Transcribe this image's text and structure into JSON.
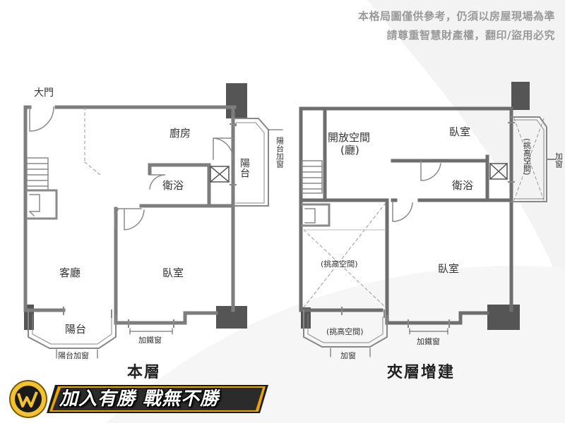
{
  "notices": {
    "line1": "本格局圖僅供參考，仍須以房屋現場為準",
    "line2": "請尊重智慧財產權，翻印/盜用必究"
  },
  "main_floor": {
    "title": "本層",
    "labels": {
      "entrance": "大門",
      "kitchen": "廚房",
      "balcony_side": "陽台",
      "balcony_side_addition": "陽台加窗",
      "bathroom": "衛浴",
      "living_room": "客廳",
      "bedroom": "臥室",
      "balcony_front": "陽台",
      "balcony_front_addition": "陽台加窗",
      "iron_window": "加鐵窗"
    }
  },
  "mezzanine": {
    "title": "夾層增建",
    "labels": {
      "open_space": "開放空間",
      "open_space_sub": "(廳)",
      "bedroom_top": "臥室",
      "high_ceiling_side": "(挑高空間)",
      "window_side": "加窗",
      "bathroom": "衛浴",
      "high_ceiling_center": "(挑高空間)",
      "bedroom_bottom": "臥室",
      "high_ceiling_front": "(挑高空間)",
      "window_front": "加窗",
      "iron_window": "加鐵窗"
    }
  },
  "slogan": "加入有勝 戰無不勝",
  "colors": {
    "wall": "#7d7d7d",
    "column": "#555555",
    "text": "#333333",
    "accent_gold": "#d4a017",
    "notice": "#9a9a9a"
  }
}
